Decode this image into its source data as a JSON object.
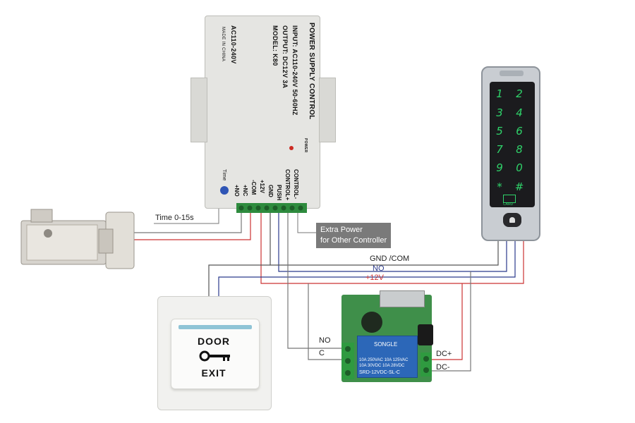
{
  "power_supply": {
    "title": "POWER SUPPLY CONTROL",
    "input": "INPUT: AC110-240V 50-60HZ",
    "output": "OUTPUT: DC12V 3A",
    "model": "MODEL: K80",
    "ac_label": "AC110-240V",
    "made_in": "MADE IN CHINA",
    "power_led_label": "POWER",
    "time_label": "Time",
    "terminals": [
      "+NO",
      "+NC",
      "-COM",
      "+12V",
      "GND",
      "PUSH",
      "CONTROL+",
      "CONTROL-"
    ]
  },
  "annotations": {
    "time_range": "Time 0-15s",
    "extra_power": [
      "Extra Power",
      "for Other Controller"
    ],
    "gnd_com": "GND /COM",
    "no": "NO",
    "plus12v": "+12V",
    "relay_no": "NO",
    "relay_c": "C",
    "dc_plus": "DC+",
    "dc_minus": "DC-"
  },
  "keypad": {
    "keys": [
      "1",
      "2",
      "3",
      "4",
      "5",
      "6",
      "7",
      "8",
      "9",
      "0",
      "*",
      "#"
    ],
    "card_label": "CARD"
  },
  "exit_button": {
    "top": "DOOR",
    "bottom": "EXIT"
  },
  "relay_board": {
    "relay_brand": "SONGLE",
    "relay_model": "SRD-12VDC-SL-C",
    "rating1": "10A 250VAC  10A 125VAC",
    "rating2": "10A 30VDC  10A 28VDC"
  },
  "colors": {
    "wire_red": "#cc3333",
    "wire_blue": "#2b3a8c",
    "wire_gray": "#777777",
    "keypad_green": "#2fd36a"
  }
}
